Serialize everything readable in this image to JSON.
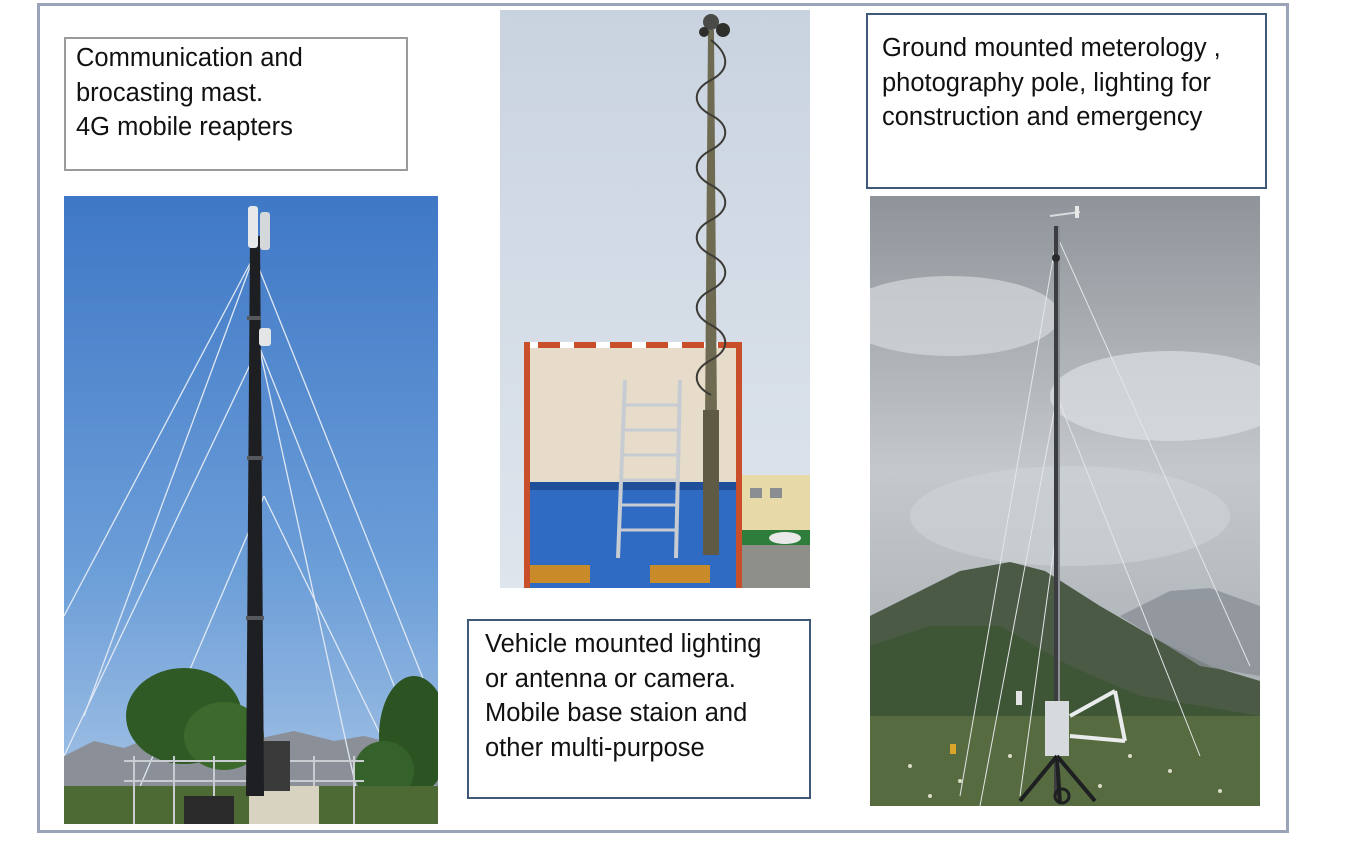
{
  "captions": {
    "communication": {
      "lines": [
        "Communication and",
        "brocasting mast.",
        "4G mobile reapters"
      ]
    },
    "vehicle": {
      "lines": [
        "Vehicle mounted lighting",
        "or antenna or camera.",
        "Mobile base staion and",
        "other multi-purpose"
      ]
    },
    "ground": {
      "lines": [
        "Ground mounted meterology ,",
        "photography pole, lighting for",
        "construction and emergency"
      ]
    }
  },
  "colors": {
    "frame_border": "#9aa4b8",
    "caption_border_blue": "#3f5a78",
    "caption_border_gray": "#9a9a9a",
    "sky_blue": "#5d8fd0",
    "truck_blue": "#2f6bc2",
    "overcast": "#b9bfc7"
  }
}
